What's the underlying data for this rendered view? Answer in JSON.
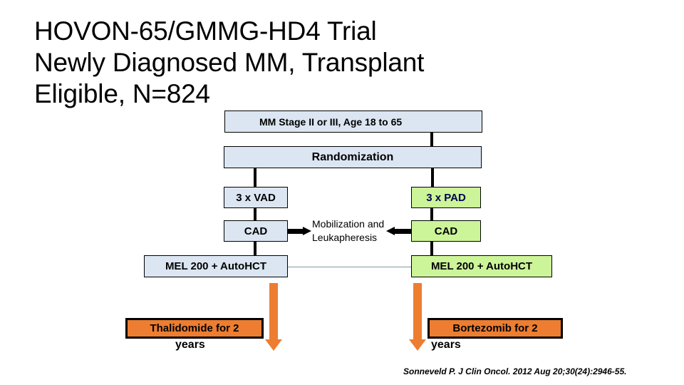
{
  "slide": {
    "title": "HOVON-65/GMMG-HD4 Trial\nNewly Diagnosed MM, Transplant\nEligible, N=824",
    "citation": "Sonneveld P. J Clin Oncol. 2012 Aug 20;30(24):2946-55."
  },
  "flow": {
    "eligibility_box": "MM Stage II or III, Age 18 to 65",
    "randomization_box": "Randomization",
    "mobilization_note": "Mobilization and Leukapheresis"
  },
  "arms": {
    "left": {
      "induction": "3 x VAD",
      "consolidation": "CAD",
      "transplant": "MEL 200 + AutoHCT",
      "maintenance": "Thalidomide for 2",
      "maintenance_overflow": "years"
    },
    "right": {
      "induction": "3 x PAD",
      "consolidation": "CAD",
      "transplant": "MEL 200 + AutoHCT",
      "maintenance": "Bortezomib  for 2",
      "maintenance_overflow": "years"
    }
  },
  "colors": {
    "arm_left_fill": "#dce6f2",
    "arm_right_fill": "#ccf499",
    "maintenance_fill": "#ed7d31",
    "border": "#000000"
  }
}
